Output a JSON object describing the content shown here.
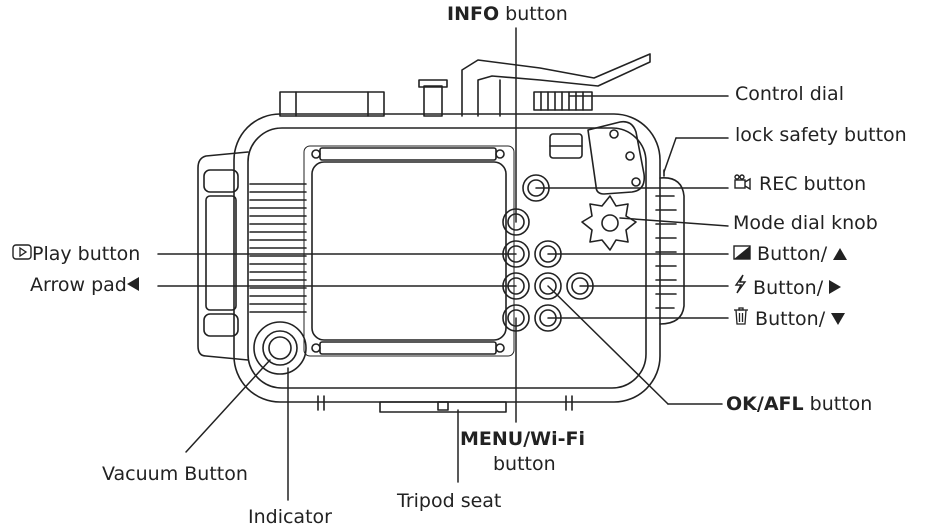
{
  "labels": {
    "info": {
      "bold": "INFO",
      "text": " button"
    },
    "control_dial": "Control dial",
    "lock_safety": "lock safety button",
    "rec": "REC button",
    "mode_dial": "Mode dial knob",
    "button_up": "Button/",
    "button_right": "Button/",
    "button_down": "Button/",
    "ok_afl": {
      "bold": "OK/AFL",
      "text": " button"
    },
    "play": "Play button",
    "arrow_pad": "Arrow pad",
    "menu_wifi": {
      "bold": "MENU/Wi-Fi",
      "text": "button"
    },
    "tripod": "Tripod seat",
    "vacuum": "Vacuum Button",
    "indicator": "Indicator"
  },
  "icons": {
    "play": "play-icon",
    "rec": "movie-camera-icon",
    "up": "exposure-icon",
    "right": "flash-icon",
    "down": "trash-icon"
  },
  "colors": {
    "line": "#222222",
    "text": "#222222"
  }
}
